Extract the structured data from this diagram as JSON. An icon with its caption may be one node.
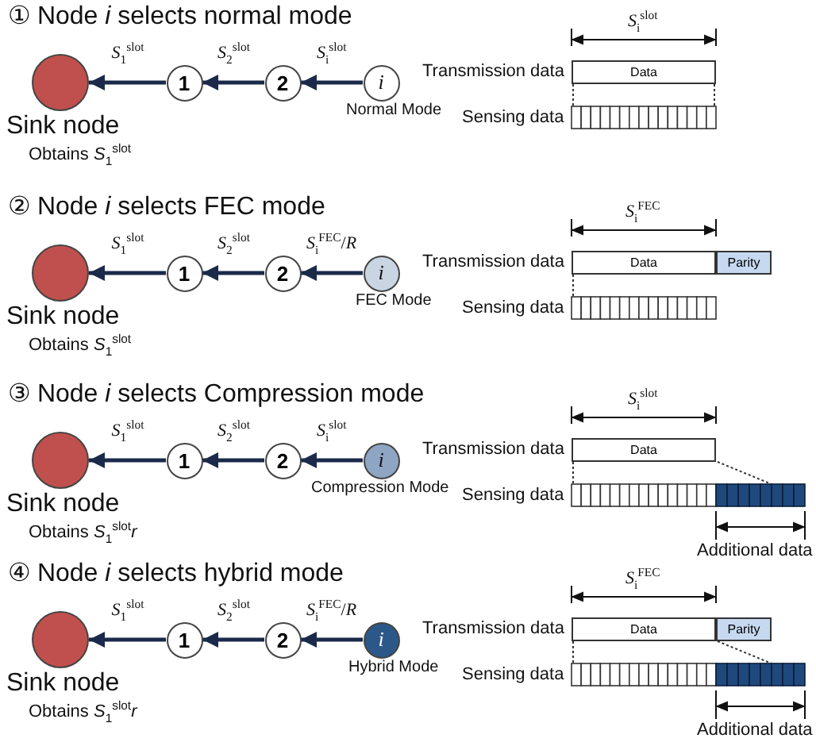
{
  "diagram": {
    "nodes": [
      {
        "text": [],
        "shape": "circle",
        "beside": [
          "Sink node",
          "Obtains *S*$_{1}$$^{slot}$"
        ]
      },
      {
        "text": [
          "1"
        ]
      },
      {
        "text": [
          "2"
        ]
      },
      {
        "text": [
          "i"
        ],
        "beside": [
          "Normal Mode"
        ]
      },
      {
        "text": [
          "Data"
        ]
      },
      {
        "text": [],
        "shape": "circle",
        "beside": [
          "Sink node",
          "Obtains *S*$_{1}$$^{slot}$"
        ]
      },
      {
        "text": [
          "1"
        ]
      },
      {
        "text": [
          "2"
        ]
      },
      {
        "text": [
          "i"
        ],
        "beside": [
          "FEC Mode"
        ]
      },
      {
        "text": [
          "Data"
        ]
      },
      {
        "text": [
          "Parity"
        ]
      },
      {
        "text": [],
        "shape": "circle",
        "beside": [
          "Sink node",
          "Obtains *S*$_{1}$$^{slot}$*r*"
        ]
      },
      {
        "text": [
          "1"
        ]
      },
      {
        "text": [
          "2"
        ]
      },
      {
        "text": [
          "i"
        ],
        "beside": [
          "Compression Mode"
        ]
      },
      {
        "text": [
          "Data"
        ]
      },
      {
        "text": [],
        "shape": "circle",
        "beside": [
          "Sink node",
          "Obtains *S*$_{1}$$^{slot}$*r*"
        ]
      },
      {
        "text": [
          "1"
        ]
      },
      {
        "text": [
          "2"
        ]
      },
      {
        "text": [
          "i"
        ],
        "beside": [
          "Hybrid Mode"
        ]
      },
      {
        "text": [
          "Data"
        ]
      },
      {
        "text": [
          "Parity"
        ]
      },
      {
        "text": [],
        "shape": "bar"
      },
      {
        "text": [],
        "shape": "bar"
      },
      {
        "text": [],
        "shape": "bar"
      },
      {
        "text": [],
        "shape": "bar"
      }
    ],
    "edges": [
      {
        "from": 1,
        "to": 0,
        "arrow": "to",
        "label": "*S*$_{1}$$^{slot}$"
      },
      {
        "from": 2,
        "to": 1,
        "arrow": "to",
        "label": "*S*$_{2}$$^{slot}$"
      },
      {
        "from": 3,
        "to": 2,
        "arrow": "to",
        "label": "*S*$_{i}$$^{slot}$"
      },
      {
        "from": 6,
        "to": 5,
        "arrow": "to",
        "label": "*S*$_{1}$$^{slot}$"
      },
      {
        "from": 7,
        "to": 6,
        "arrow": "to",
        "label": "*S*$_{2}$$^{slot}$"
      },
      {
        "from": 8,
        "to": 7,
        "arrow": "to",
        "label": "*S*$_{i}$$^{FEC}$/*R*"
      },
      {
        "from": 12,
        "to": 11,
        "arrow": "to",
        "label": "*S*$_{1}$$^{slot}$"
      },
      {
        "from": 13,
        "to": 12,
        "arrow": "to",
        "label": "*S*$_{2}$$^{slot}$"
      },
      {
        "from": 14,
        "to": 13,
        "arrow": "to",
        "label": "*S*$_{i}$$^{slot}$"
      },
      {
        "from": 17,
        "to": 16,
        "arrow": "to",
        "label": "*S*$_{1}$$^{slot}$"
      },
      {
        "from": 18,
        "to": 17,
        "arrow": "to",
        "label": "*S*$_{2}$$^{slot}$"
      },
      {
        "from": 19,
        "to": 18,
        "arrow": "to",
        "label": "*S*$_{i}$$^{FEC}$/*R*"
      },
      {
        "from": 4,
        "to": 22,
        "arrow": "none",
        "style": "dashed"
      },
      {
        "from": 4,
        "to": 22,
        "arrow": "none",
        "style": "dashed"
      },
      {
        "from": 9,
        "to": 23,
        "arrow": "none",
        "style": "dashed"
      },
      {
        "from": 15,
        "to": 24,
        "arrow": "none",
        "style": "dashed"
      },
      {
        "from": 15,
        "to": 24,
        "arrow": "none",
        "style": "dashed"
      },
      {
        "from": 20,
        "to": 25,
        "arrow": "none",
        "style": "dashed"
      },
      {
        "from": 20,
        "to": 25,
        "arrow": "none",
        "style": "dashed"
      }
    ],
    "labels": [
      "① Node *i* selects normal mode",
      "*S*$_{i}$$^{slot}$",
      "Transmission data",
      "Sensing data",
      "② Node *i* selects FEC mode",
      "*S*$_{i}$$^{FEC}$",
      "Transmission data",
      "Sensing data",
      "③ Node *i* selects Compression mode",
      "*S*$_{i}$$^{slot}$",
      "Transmission data",
      "Sensing data",
      "Additional data",
      "④ Node *i* selects hybrid mode",
      "*S*$_{i}$$^{FEC}$",
      "Transmission data",
      "Sensing data",
      "Additional data"
    ]
  }
}
